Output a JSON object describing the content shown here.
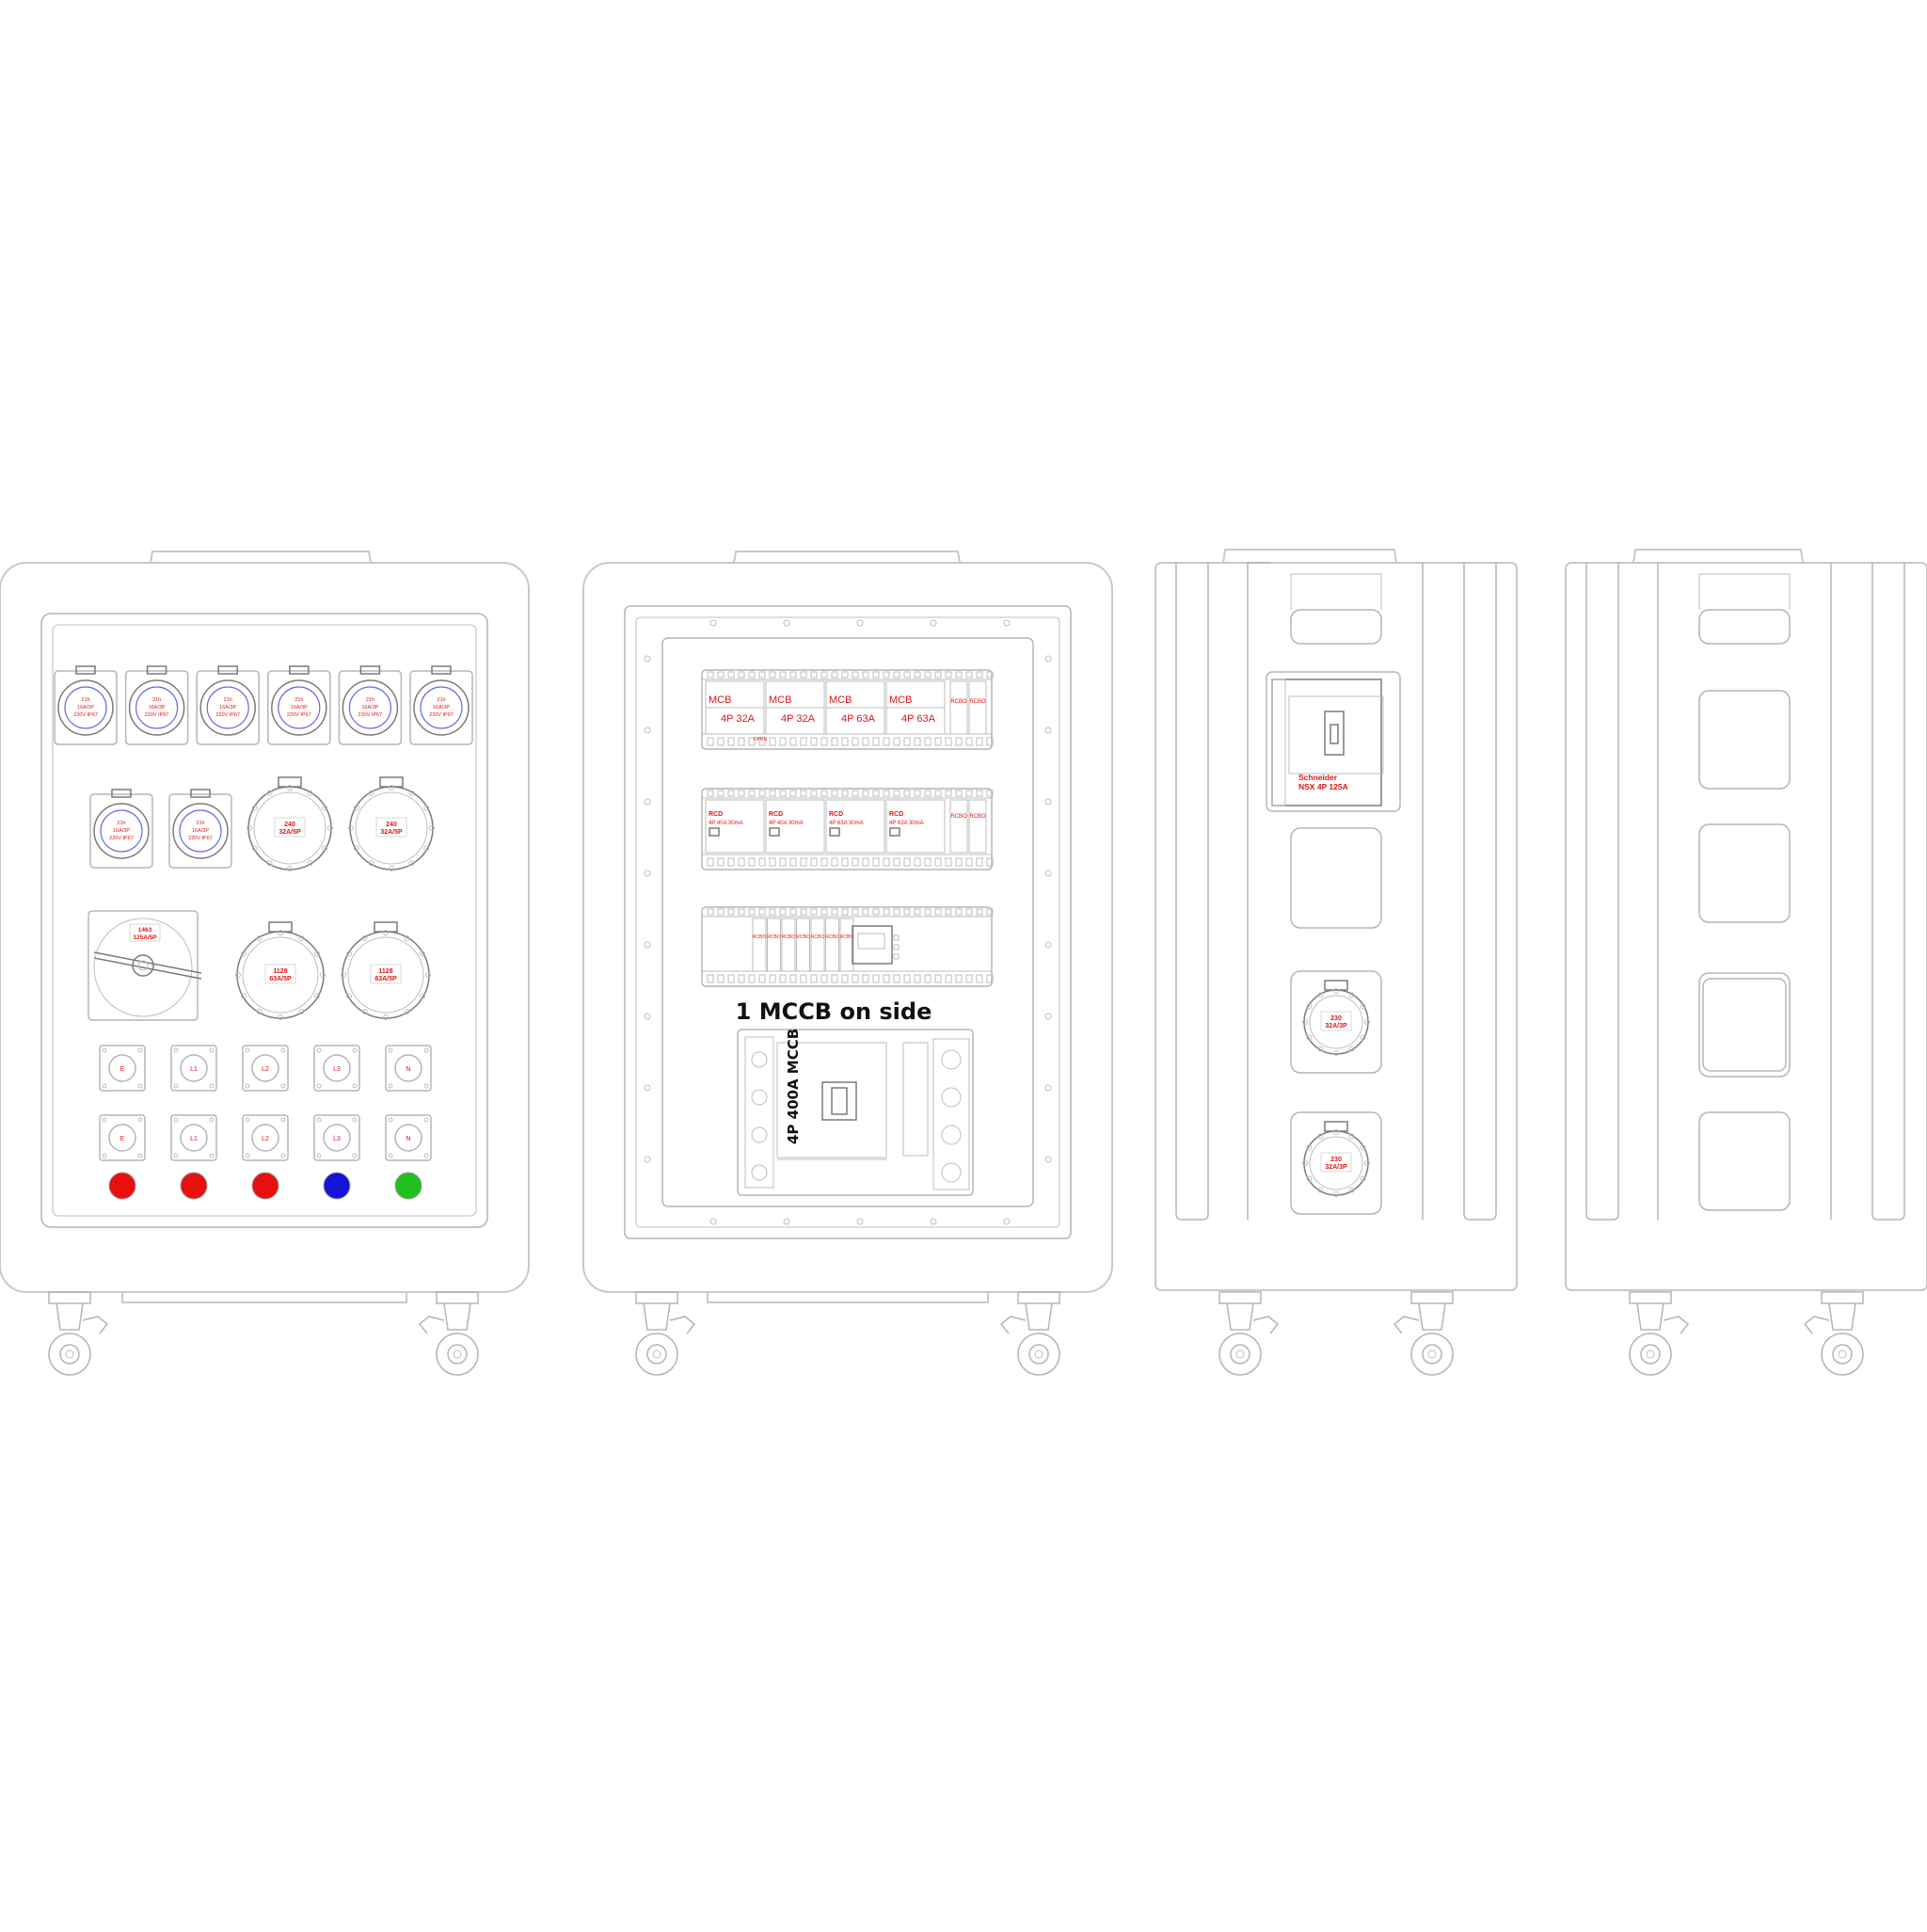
{
  "front_panel": {
    "row1_sockets": [
      {
        "label": "21h 16A/3P 220V IP67"
      },
      {
        "label": "21h 16A/3P 220V IP67"
      },
      {
        "label": "21h 16A/3P 220V IP67"
      },
      {
        "label": "21h 16A/3P 220V IP67"
      },
      {
        "label": "21h 16A/3P 220V IP67"
      },
      {
        "label": "21h 16A/3P 220V IP67"
      }
    ],
    "row2_small_sockets": [
      {
        "label": "21h 16A/3P 220V IP67"
      },
      {
        "label": "21h 16A/3P 220V IP67"
      }
    ],
    "row2_round_sockets": [
      {
        "line1": "240",
        "line2": "32A/5P"
      },
      {
        "line1": "240",
        "line2": "32A/5P"
      }
    ],
    "main_socket": {
      "line1": "1463",
      "line2": "125A/5P"
    },
    "row3_round_sockets": [
      {
        "line1": "1128",
        "line2": "63A/5P"
      },
      {
        "line1": "1128",
        "line2": "63A/5P"
      }
    ],
    "camlock_row1": [
      "E",
      "L1",
      "L2",
      "L3",
      "N"
    ],
    "camlock_row2": [
      "E",
      "L1",
      "L2",
      "L3",
      "N"
    ],
    "indicator_colors": [
      "#e80f0f",
      "#e80f0f",
      "#e80f0f",
      "#1414d8",
      "#20c020"
    ]
  },
  "inner_panel": {
    "rail1_breakers": [
      {
        "type": "MCB",
        "rating": "4P 32A"
      },
      {
        "type": "MCB",
        "rating": "4P 32A"
      },
      {
        "type": "MCB",
        "rating": "4P 63A"
      },
      {
        "type": "MCB",
        "rating": "4P 63A"
      }
    ],
    "rail1_rcbo": [
      "RCBO",
      "RCBO"
    ],
    "rail2_rcds": [
      {
        "type": "RCD",
        "rating": "4P 40A 30mA"
      },
      {
        "type": "RCD",
        "rating": "4P 40A 30mA"
      },
      {
        "type": "RCD",
        "rating": "4P 63A 30mA"
      },
      {
        "type": "RCD",
        "rating": "4P 63A 30mA"
      }
    ],
    "rail2_rcbo": [
      "RCBO",
      "RCBO"
    ],
    "rail3_rcbo": [
      "RCBO",
      "RCBO",
      "RCBO",
      "RCBO",
      "RCBO",
      "RCBO",
      "RCBO"
    ],
    "open_label": "OPEN",
    "side_note": "1 MCCB on side",
    "mccb_label": "4P 400A MCCB"
  },
  "side_panel": {
    "breaker_label_line1": "Schneider",
    "breaker_label_line2": "NSX 4P 125A",
    "sockets": [
      {
        "line1": "230",
        "line2": "32A/3P"
      },
      {
        "line1": "230",
        "line2": "32A/3P"
      }
    ]
  },
  "colors": {
    "outline": "#c9c9c9",
    "label_red": "#e01515",
    "socket_blue": "#6a6ae0"
  }
}
